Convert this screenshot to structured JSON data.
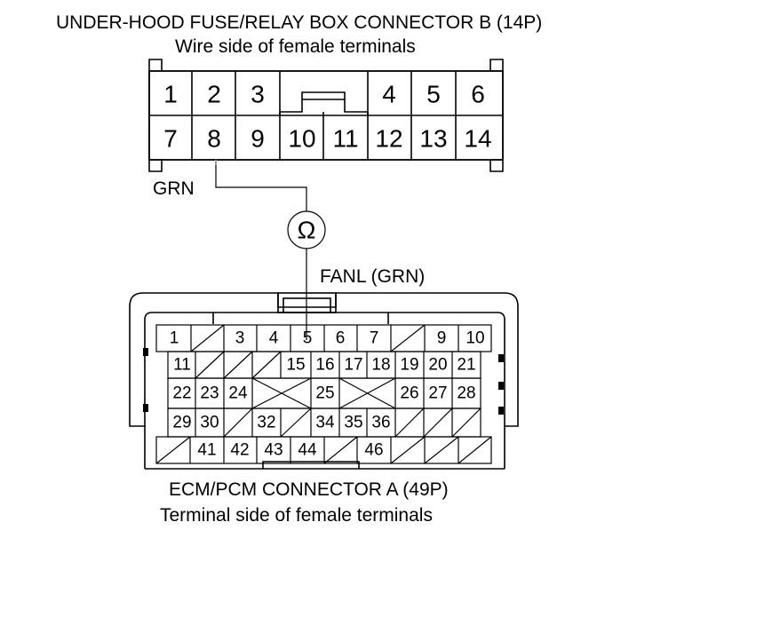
{
  "connector_b": {
    "title": "UNDER-HOOD FUSE/RELAY BOX CONNECTOR B (14P)",
    "subtitle": "Wire side of female terminals",
    "row1": [
      "1",
      "2",
      "3",
      "4",
      "5",
      "6"
    ],
    "row2": [
      "7",
      "8",
      "9",
      "10",
      "11",
      "12",
      "13",
      "14"
    ]
  },
  "wire_b_label": "GRN",
  "meter_symbol": "Ω",
  "wire_a_label": "FANL (GRN)",
  "connector_a": {
    "title": "ECM/PCM CONNECTOR A (49P)",
    "subtitle": "Terminal side of female terminals",
    "row1": [
      "1",
      "",
      "3",
      "4",
      "5",
      "6",
      "7",
      "",
      "9",
      "10"
    ],
    "row2": [
      "11",
      "",
      "",
      "",
      "15",
      "16",
      "17",
      "18",
      "19",
      "20",
      "21"
    ],
    "row3": [
      "22",
      "23",
      "24",
      "",
      "25",
      "",
      "26",
      "27",
      "28"
    ],
    "row4": [
      "29",
      "30",
      "",
      "32",
      "",
      "34",
      "35",
      "36",
      "",
      "",
      ""
    ],
    "row5": [
      "",
      "41",
      "42",
      "43",
      "44",
      "",
      "46",
      "",
      "",
      ""
    ]
  }
}
